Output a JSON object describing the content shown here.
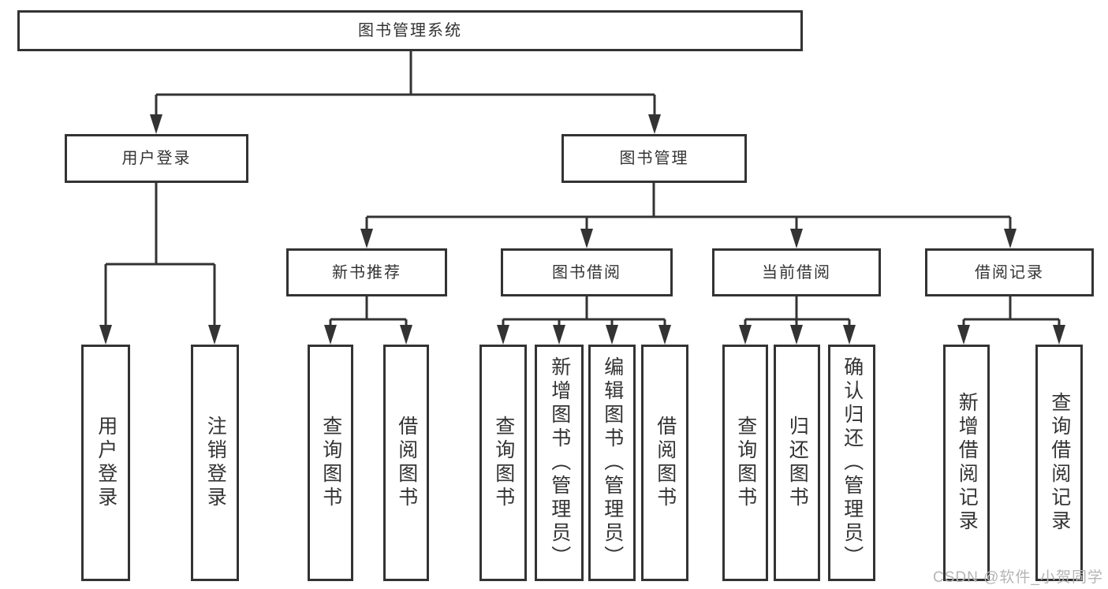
{
  "colors": {
    "line": "#333333",
    "text": "#333333",
    "background": "#ffffff",
    "watermark": "#b5b5b5"
  },
  "tree": {
    "root": {
      "label": "图书管理系统"
    },
    "branches": [
      {
        "label": "用户登录",
        "children": [
          {
            "label": "用户登录"
          },
          {
            "label": "注销登录"
          }
        ]
      },
      {
        "label": "图书管理",
        "children": [
          {
            "label": "新书推荐",
            "children": [
              {
                "label": "查询图书"
              },
              {
                "label": "借阅图书"
              }
            ]
          },
          {
            "label": "图书借阅",
            "children": [
              {
                "label": "查询图书"
              },
              {
                "label": "新增图书（管理员）"
              },
              {
                "label": "编辑图书（管理员）"
              },
              {
                "label": "借阅图书"
              }
            ]
          },
          {
            "label": "当前借阅",
            "children": [
              {
                "label": "查询图书"
              },
              {
                "label": "归还图书"
              },
              {
                "label": "确认归还（管理员）"
              }
            ]
          },
          {
            "label": "借阅记录",
            "children": [
              {
                "label": "新增借阅记录"
              },
              {
                "label": "查询借阅记录"
              }
            ]
          }
        ]
      }
    ]
  },
  "watermark": {
    "text": "CSDN @软件_小贺同学"
  }
}
